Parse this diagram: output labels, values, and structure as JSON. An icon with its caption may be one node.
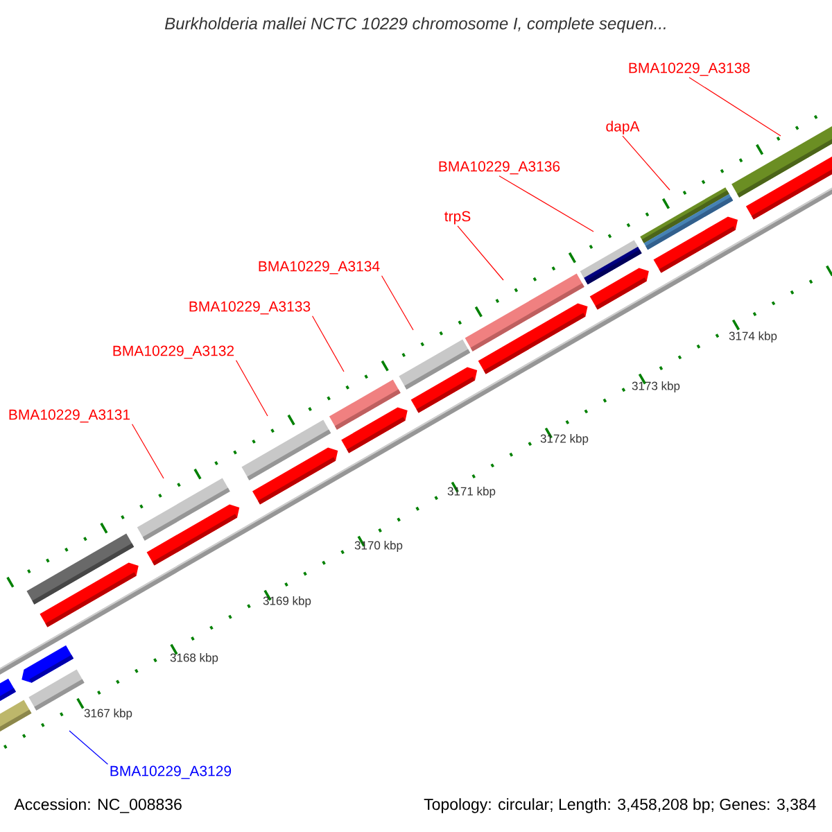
{
  "diagram": {
    "title": "Burkholderia mallei NCTC 10229 chromosome I, complete sequen...",
    "nodes": [
      {
        "text": [
          "BMA10229_A3131"
        ]
      },
      {
        "text": [
          "BMA10229_A3132"
        ]
      },
      {
        "text": [
          "BMA10229_A3133"
        ]
      },
      {
        "text": [
          "BMA10229_A3134"
        ]
      },
      {
        "text": [
          "trpS"
        ]
      },
      {
        "text": [
          "BMA10229_A3136"
        ]
      },
      {
        "text": [
          "dapA"
        ]
      },
      {
        "text": [
          "BMA10229_A3138"
        ]
      },
      {
        "text": [
          "BMA10229_A3129"
        ]
      }
    ],
    "edges": [
      {
        "from": 0,
        "to": null,
        "arrow": "none"
      },
      {
        "from": 1,
        "to": null,
        "arrow": "none"
      },
      {
        "from": 2,
        "to": null,
        "arrow": "none"
      },
      {
        "from": 3,
        "to": null,
        "arrow": "none"
      },
      {
        "from": 4,
        "to": null,
        "arrow": "none"
      },
      {
        "from": 5,
        "to": null,
        "arrow": "none"
      },
      {
        "from": 6,
        "to": null,
        "arrow": "none"
      },
      {
        "from": 7,
        "to": null,
        "arrow": "none"
      },
      {
        "from": 8,
        "to": null,
        "arrow": "none",
        "color": "#0000ff"
      }
    ],
    "labels": [
      "3174 kbp",
      "3173 kbp",
      "3172 kbp",
      "3171 kbp",
      "3170 kbp",
      "3169 kbp",
      "3168 kbp",
      "3167 kbp",
      "Accession: NC_008836",
      "Topology: circular; Length: 3,458,208 bp; Genes: 3,384"
    ]
  }
}
